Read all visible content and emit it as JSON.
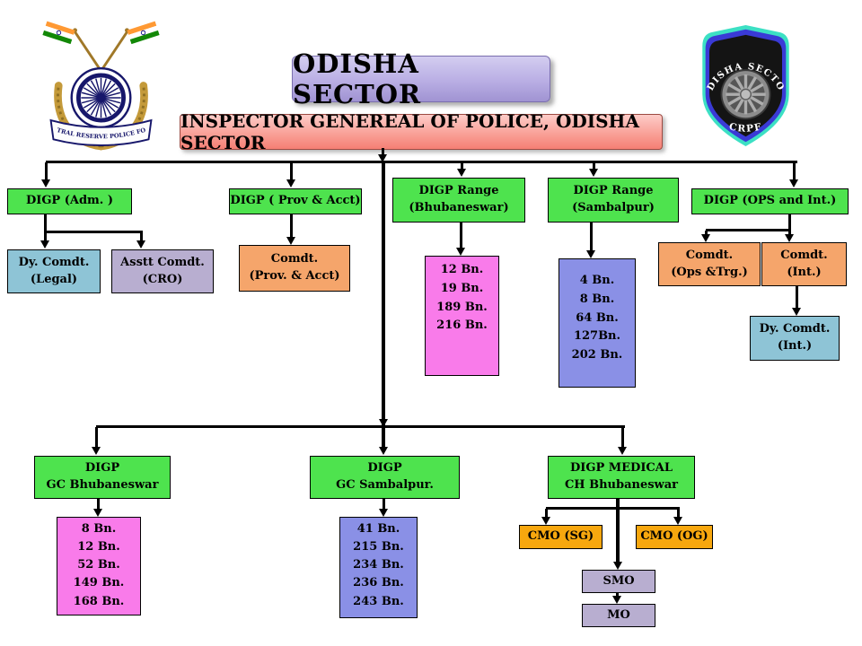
{
  "slide": {
    "background": "#ffffff"
  },
  "title": {
    "text": "ODISHA SECTOR"
  },
  "subtitle": {
    "text": "INSPECTOR GENEREAL OF POLICE, ODISHA SECTOR"
  },
  "emblems": {
    "left": {
      "banner_text": "CENTRAL RESERVE POLICE FORCE"
    },
    "right": {
      "top_text": "ODISHA SECTOR",
      "bottom_text": "CRPF"
    }
  },
  "colors": {
    "green": "#4ee34e",
    "pink": "#f97bea",
    "periwinkle": "#8a90e6",
    "teal": "#8ec4d6",
    "lavender": "#b8aed0",
    "orange": "#f5a56b",
    "gold": "#f7a70e",
    "title_fill": "#b9aee4",
    "subtitle_fill": "#f9a198",
    "connector": "#000000"
  },
  "nodes": {
    "digp_adm": {
      "color": "green",
      "lines": [
        "DIGP (Adm. )"
      ]
    },
    "digp_prov": {
      "color": "green",
      "lines": [
        "DIGP ( Prov & Acct)"
      ]
    },
    "digp_range_bbsr": {
      "color": "green",
      "lines": [
        "DIGP Range",
        "(Bhubaneswar)"
      ]
    },
    "digp_range_sbp": {
      "color": "green",
      "lines": [
        "DIGP Range",
        "(Sambalpur)"
      ]
    },
    "digp_ops": {
      "color": "green",
      "lines": [
        "DIGP (OPS and Int.)"
      ]
    },
    "dy_comdt_legal": {
      "color": "teal",
      "lines": [
        "Dy. Comdt.",
        "(Legal)"
      ]
    },
    "asstt_comdt_cro": {
      "color": "lavender",
      "lines": [
        "Asstt Comdt.",
        "(CRO)"
      ]
    },
    "comdt_prov": {
      "color": "orange",
      "lines": [
        "Comdt.",
        "(Prov. & Acct)"
      ]
    },
    "bn_range_bbsr": {
      "color": "pink",
      "lines": [
        "12 Bn.",
        "19 Bn.",
        "189 Bn.",
        "216 Bn."
      ]
    },
    "bn_range_sbp": {
      "color": "periwinkle",
      "lines": [
        "4 Bn.",
        "8 Bn.",
        "64 Bn.",
        "127Bn.",
        "202 Bn."
      ]
    },
    "comdt_ops_trg": {
      "color": "orange",
      "lines": [
        "Comdt.",
        "(Ops &Trg.)"
      ]
    },
    "comdt_int": {
      "color": "orange",
      "lines": [
        "Comdt.",
        "(Int.)"
      ]
    },
    "dy_comdt_int": {
      "color": "teal",
      "lines": [
        "Dy. Comdt.",
        "(Int.)"
      ]
    },
    "digp_gc_bbsr": {
      "color": "green",
      "lines": [
        "DIGP",
        "GC Bhubaneswar"
      ]
    },
    "digp_gc_sbp": {
      "color": "green",
      "lines": [
        "DIGP",
        "GC Sambalpur."
      ]
    },
    "digp_medical": {
      "color": "green",
      "lines": [
        "DIGP  MEDICAL",
        "CH Bhubaneswar"
      ]
    },
    "bn_gc_bbsr": {
      "color": "pink",
      "lines": [
        "8 Bn.",
        "12 Bn.",
        "52 Bn.",
        "149 Bn.",
        "168 Bn."
      ]
    },
    "bn_gc_sbp": {
      "color": "periwinkle",
      "lines": [
        "41 Bn.",
        "215 Bn.",
        "234 Bn.",
        "236 Bn.",
        "243 Bn."
      ]
    },
    "cmo_sg": {
      "color": "gold",
      "lines": [
        "CMO (SG)"
      ]
    },
    "cmo_og": {
      "color": "gold",
      "lines": [
        "CMO (OG)"
      ]
    },
    "smo": {
      "color": "lavender",
      "lines": [
        "SMO"
      ]
    },
    "mo": {
      "color": "lavender",
      "lines": [
        "MO"
      ]
    }
  }
}
